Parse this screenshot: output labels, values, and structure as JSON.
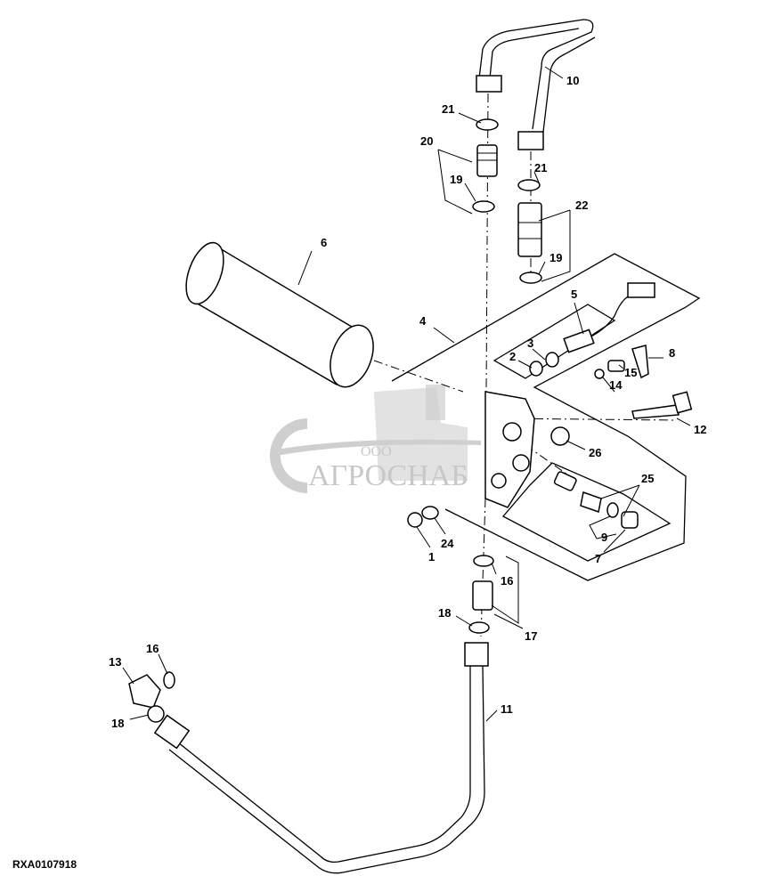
{
  "diagram": {
    "reference_code": "RXA0107918",
    "watermark": {
      "prefix": "ООО",
      "brand": "АГРОСНАБ"
    },
    "callouts": {
      "c10": "10",
      "c21a": "21",
      "c20": "20",
      "c19a": "19",
      "c21b": "21",
      "c22": "22",
      "c19b": "19",
      "c6": "6",
      "c4": "4",
      "c5": "5",
      "c3": "3",
      "c2": "2",
      "c8": "8",
      "c15": "15",
      "c14": "14",
      "c12": "12",
      "c26": "26",
      "c25": "25",
      "c9": "9",
      "c7": "7",
      "c24": "24",
      "c1": "1",
      "c16a": "16",
      "c18a": "18",
      "c17": "17",
      "c13": "13",
      "c16b": "16",
      "c18b": "18",
      "c11": "11"
    }
  }
}
